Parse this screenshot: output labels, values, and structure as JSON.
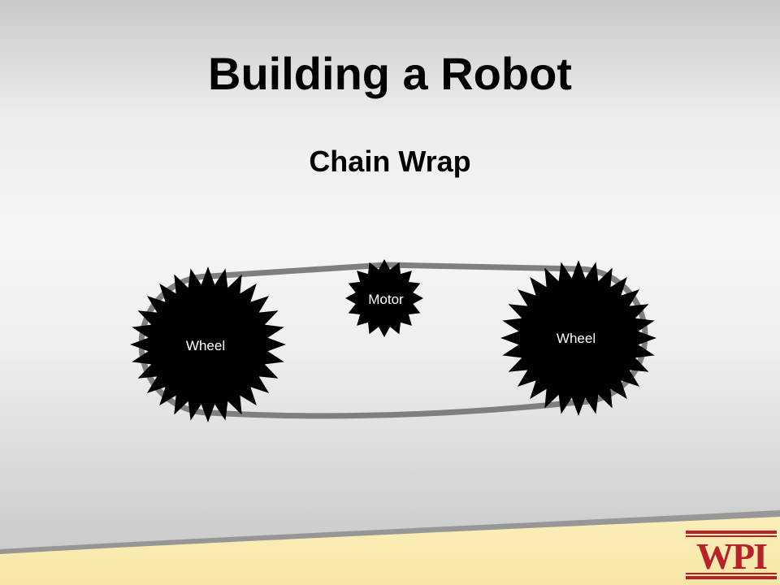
{
  "slide": {
    "title": "Building a Robot",
    "subtitle": "Chain Wrap"
  },
  "diagram": {
    "gears": [
      {
        "name": "left-wheel",
        "label": "Wheel"
      },
      {
        "name": "motor",
        "label": "Motor"
      },
      {
        "name": "right-wheel",
        "label": "Wheel"
      }
    ],
    "chain_color": "#7f7f7f",
    "gear_color": "#000000",
    "label_color": "#ffffff"
  },
  "logo": {
    "text": "WPI",
    "color": "#b8202a"
  }
}
